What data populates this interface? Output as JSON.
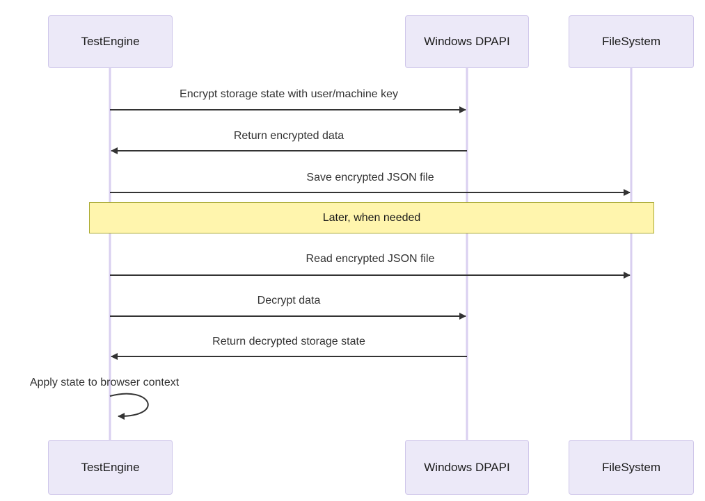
{
  "diagram": {
    "type": "sequence-diagram",
    "actors": [
      {
        "id": "testengine",
        "label": "TestEngine"
      },
      {
        "id": "windows-dpapi",
        "label": "Windows DPAPI"
      },
      {
        "id": "filesystem",
        "label": "FileSystem"
      }
    ],
    "messages": [
      {
        "label": "Encrypt storage state with user/machine key",
        "from": "TestEngine",
        "to": "Windows DPAPI",
        "arrow": "solid-right"
      },
      {
        "label": "Return encrypted data",
        "from": "Windows DPAPI",
        "to": "TestEngine",
        "arrow": "solid-left"
      },
      {
        "label": "Save encrypted JSON file",
        "from": "TestEngine",
        "to": "FileSystem",
        "arrow": "solid-right"
      },
      {
        "label": "Read encrypted JSON file",
        "from": "TestEngine",
        "to": "FileSystem",
        "arrow": "solid-right"
      },
      {
        "label": "Decrypt data",
        "from": "TestEngine",
        "to": "Windows DPAPI",
        "arrow": "solid-right"
      },
      {
        "label": "Return decrypted storage state",
        "from": "Windows DPAPI",
        "to": "TestEngine",
        "arrow": "solid-left"
      },
      {
        "label": "Apply state to browser context",
        "from": "TestEngine",
        "to": "TestEngine",
        "arrow": "self-loop"
      }
    ],
    "note": {
      "label": "Later, when needed",
      "span": "over all actors"
    },
    "colors": {
      "actor_fill": "#ECE9F8",
      "actor_border": "#CFC6EA",
      "lifeline": "#D9CFF0",
      "arrow": "#333333",
      "note_fill": "#FFF5AD",
      "note_border": "#AAAA33",
      "text": "#333333",
      "background": "#FFFFFF"
    }
  }
}
